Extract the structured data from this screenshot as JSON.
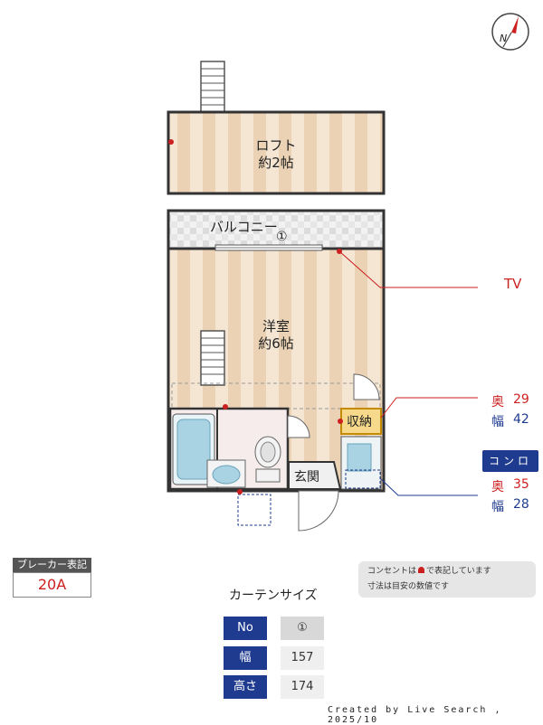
{
  "rooms": {
    "loft": {
      "name": "ロフト",
      "size": "約2帖"
    },
    "balcony": {
      "name": "バルコニー",
      "window_no": "①"
    },
    "western": {
      "name": "洋室",
      "size": "約6帖"
    },
    "storage": {
      "name": "収納"
    },
    "entrance": {
      "name": "玄関"
    }
  },
  "tv_label": "TV",
  "storage_dims": {
    "depth_label": "奥",
    "depth": "29",
    "width_label": "幅",
    "width": "42"
  },
  "konro": {
    "title": "コンロ",
    "depth_label": "奥",
    "depth": "35",
    "width_label": "幅",
    "width": "28"
  },
  "breaker": {
    "title": "ブレーカー表記",
    "value": "20A"
  },
  "notes": {
    "line1_pre": "コンセントは",
    "line1_post": "で表記しています",
    "line2": "寸法は目安の数値です"
  },
  "curtain": {
    "title": "カーテンサイズ",
    "no_label": "No",
    "no": "①",
    "width_label": "幅",
    "width": "157",
    "height_label": "高さ",
    "height": "174"
  },
  "compass": {
    "direction": "N"
  },
  "credit": "Created by Live Search , 2025/10",
  "colors": {
    "floor_light": "#f4e5d2",
    "floor_dark": "#e9cfb0",
    "wall": "#333333",
    "accent_red": "#cc1f1f",
    "accent_blue": "#1f3b8f"
  }
}
